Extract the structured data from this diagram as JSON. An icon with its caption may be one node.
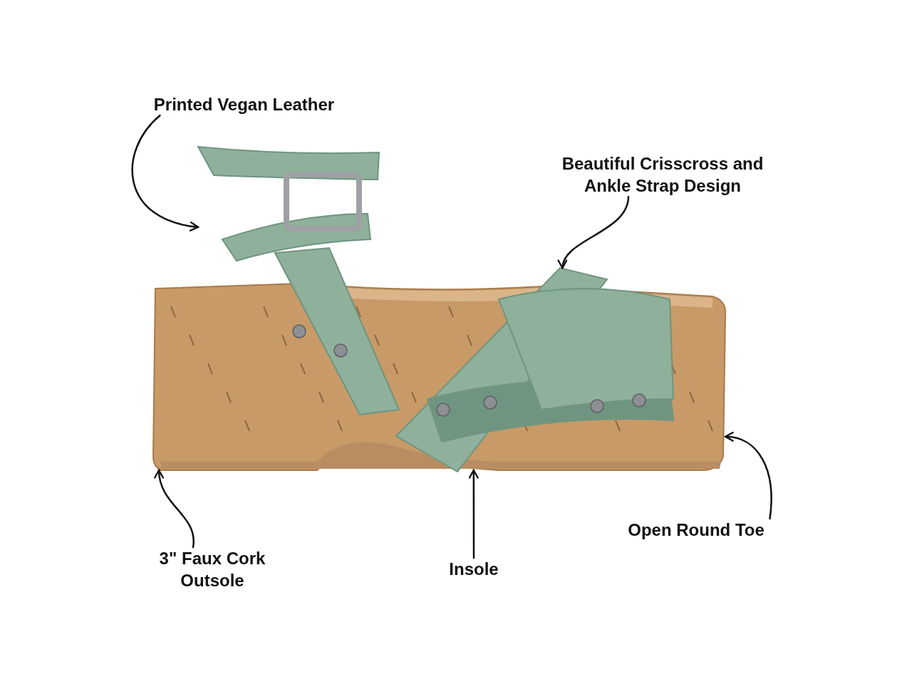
{
  "diagram": {
    "nodes": [
      {
        "text": [
          "Printed Vegan Leather"
        ]
      },
      {
        "text": [
          "Beautiful Crisscross and Ankle Strap Design"
        ]
      },
      {
        "text": [
          "Open Round Toe"
        ]
      },
      {
        "text": [
          "3\" Faux Cork Outsole"
        ]
      },
      {
        "text": [
          "Insole"
        ]
      },
      {
        "text": [],
        "shape": "picture"
      },
      {
        "text": [],
        "shape": "picture"
      },
      {
        "text": [],
        "shape": "picture"
      }
    ],
    "edges": [
      {
        "from": 0,
        "to": 5,
        "arrow": "to"
      },
      {
        "from": 1,
        "to": 6,
        "arrow": "to"
      },
      {
        "from": 2,
        "to": 7,
        "arrow": "to"
      },
      {
        "from": 3,
        "to": 7,
        "arrow": "to"
      },
      {
        "from": 4,
        "to": 7,
        "arrow": "to"
      }
    ]
  }
}
